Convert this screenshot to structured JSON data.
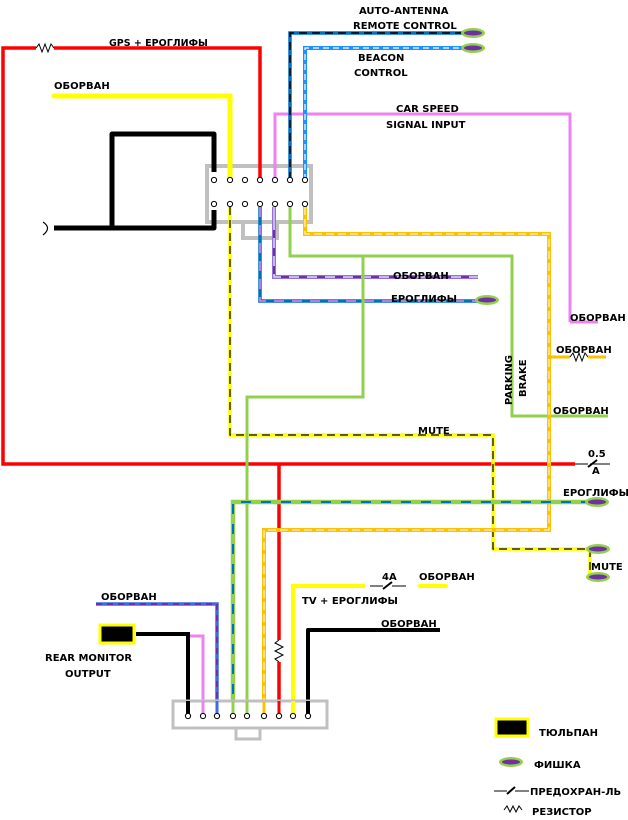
{
  "labels": {
    "gps": "GPS  +  ЕРОГЛИФЫ",
    "oborvan_top_left": "ОБОРВАН",
    "auto_antenna_1": "AUTO-ANTENNA",
    "auto_antenna_2": "REMOTE CONTROL",
    "beacon_1": "BEACON",
    "beacon_2": "CONTROL",
    "car_speed_1": "CAR SPEED",
    "car_speed_2": "SIGNAL INPUT",
    "oborvan_purple": "ОБОРВАН",
    "eroglify_mid": "ЕРОГЛИФЫ",
    "oborvan_pink": "ОБОРВАН",
    "oborvan_orange": "ОБОРВАН",
    "parking": "PARKING",
    "brake": "BRAKE",
    "oborvan_green": "ОБОРВАН",
    "mute_top": "MUTE",
    "fuse_05_top": "0.5",
    "fuse_05_bottom": "A",
    "eroglify_right": "ЕРОГЛИФЫ",
    "mute_right": "MUTE",
    "fuse_4a": "4A",
    "oborvan_yellow_right": "ОБОРВАН",
    "tv_eroglify": "TV + ЕРОГЛИФЫ",
    "oborvan_black_right": "ОБОРВАН",
    "oborvan_purple_bottom": "ОБОРВАН",
    "rear_monitor_1": "REAR MONITOR",
    "rear_monitor_2": "OUTPUT"
  },
  "legend": {
    "items": [
      {
        "icon": "rca-jack-icon",
        "label": "ТЮЛЬПАН"
      },
      {
        "icon": "plug-icon",
        "label": "ФИШКА"
      },
      {
        "icon": "fuse-icon",
        "label": "ПРЕДОХРАН-ЛЬ"
      },
      {
        "icon": "resistor-icon",
        "label": "РЕЗИСТОР"
      }
    ]
  },
  "colors": {
    "red": "#ff0000",
    "yellow": "#ffff00",
    "black": "#000000",
    "pink": "#ee82ee",
    "blue": "#0070c0",
    "light_blue": "#1e90ff",
    "purple": "#7030a0",
    "green": "#92d050",
    "orange": "#ffc000",
    "connector_gray": "#c0c0c0",
    "plug_green": "#92d050",
    "plug_purple": "#7030a0"
  }
}
